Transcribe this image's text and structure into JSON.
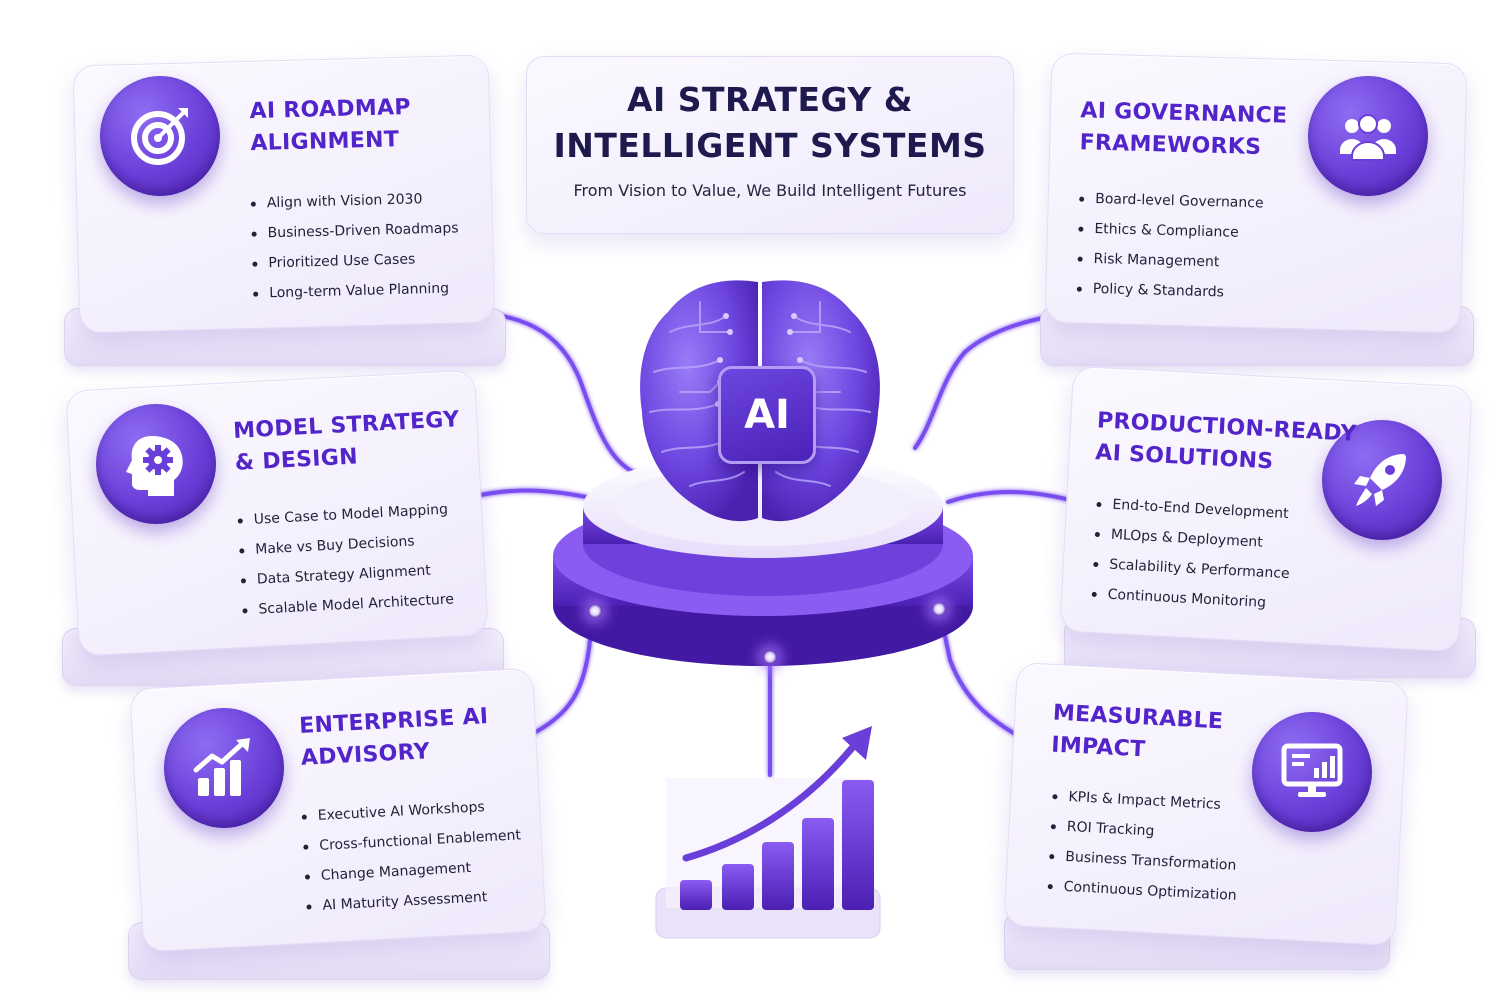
{
  "header": {
    "title_line1": "AI STRATEGY &",
    "title_line2": "INTELLIGENT SYSTEMS",
    "subtitle": "From Vision to Value, We Build Intelligent Futures"
  },
  "center": {
    "chip_label": "AI",
    "icon": "brain-icon"
  },
  "cards": {
    "roadmap": {
      "title_line1": "AI ROADMAP",
      "title_line2": "ALIGNMENT",
      "icon": "target-icon",
      "items": [
        "Align with Vision 2030",
        "Business-Driven Roadmaps",
        "Prioritized Use Cases",
        "Long-term Value Planning"
      ]
    },
    "governance": {
      "title_line1": "AI GOVERNANCE",
      "title_line2": "FRAMEWORKS",
      "icon": "users-icon",
      "items": [
        "Board-level Governance",
        "Ethics & Compliance",
        "Risk Management",
        "Policy & Standards"
      ]
    },
    "model": {
      "title_line1": "MODEL STRATEGY",
      "title_line2": "& DESIGN",
      "icon": "head-gear-icon",
      "items": [
        "Use Case to Model Mapping",
        "Make vs Buy Decisions",
        "Data Strategy Alignment",
        "Scalable Model Architecture"
      ]
    },
    "production": {
      "title_line1": "PRODUCTION-READY",
      "title_line2": "AI SOLUTIONS",
      "icon": "rocket-icon",
      "items": [
        "End-to-End Development",
        "MLOps & Deployment",
        "Scalability & Performance",
        "Continuous Monitoring"
      ]
    },
    "advisory": {
      "title_line1": "ENTERPRISE AI",
      "title_line2": "ADVISORY",
      "icon": "growth-chart-icon",
      "items": [
        "Executive AI Workshops",
        "Cross-functional Enablement",
        "Change Management",
        "AI Maturity Assessment"
      ]
    },
    "impact": {
      "title_line1": "MEASURABLE",
      "title_line2": "IMPACT",
      "icon": "monitor-chart-icon",
      "items": [
        "KPIs & Impact Metrics",
        "ROI Tracking",
        "Business Transformation",
        "Continuous Optimization"
      ]
    }
  },
  "colors": {
    "accent": "#5224c9",
    "accent_dark": "#4a22b8",
    "text": "#24213a",
    "card_bg": "#f4f0fc"
  }
}
